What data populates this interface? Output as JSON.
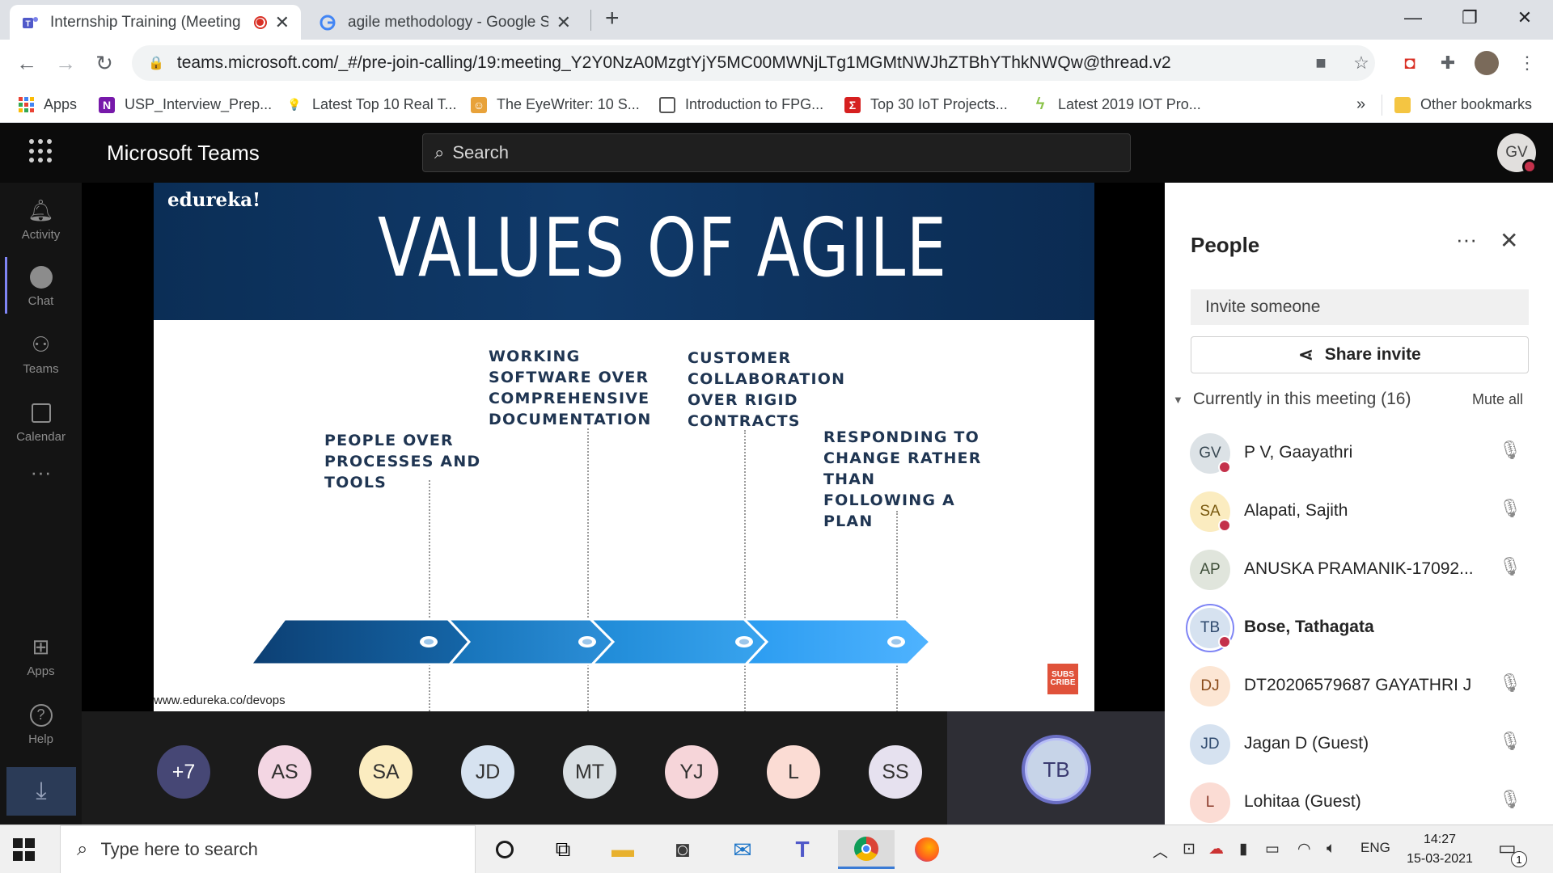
{
  "browser": {
    "tabs": [
      {
        "title": "Internship Training (Meeting",
        "active": true
      },
      {
        "title": "agile methodology - Google Sea",
        "active": false
      }
    ],
    "new_tab": "+",
    "window": {
      "minimize": "—",
      "restore": "❐",
      "close": "✕"
    },
    "url": "teams.microsoft.com/_#/pre-join-calling/19:meeting_Y2Y0NzA0MzgtYjY5MC00MWNjLTg1MGMtNWJhZTBhYThkNWQw@thread.v2",
    "bookmarks": [
      {
        "label": "Apps"
      },
      {
        "label": "USP_Interview_Prep..."
      },
      {
        "label": "Latest Top 10 Real T..."
      },
      {
        "label": "The EyeWriter: 10 S..."
      },
      {
        "label": "Introduction to FPG..."
      },
      {
        "label": "Top 30 IoT Projects..."
      },
      {
        "label": "Latest 2019 IOT Pro..."
      }
    ],
    "bookmarks_overflow": "»",
    "other_bookmarks": "Other bookmarks"
  },
  "teams": {
    "title": "Microsoft Teams",
    "search_placeholder": "Search",
    "me_initials": "GV",
    "rail": [
      {
        "label": "Activity",
        "icon": "bell-icon"
      },
      {
        "label": "Chat",
        "icon": "chat-icon"
      },
      {
        "label": "Teams",
        "icon": "teams-icon"
      },
      {
        "label": "Calendar",
        "icon": "calendar-icon"
      },
      {
        "label": "",
        "icon": "more-icon"
      },
      {
        "label": "Apps",
        "icon": "apps-icon"
      },
      {
        "label": "Help",
        "icon": "help-icon"
      }
    ]
  },
  "slide": {
    "logo": "edureka!",
    "title": "VALUES OF AGILE",
    "values": [
      "PEOPLE OVER\nPROCESSES AND\nTOOLS",
      "WORKING\nSOFTWARE OVER\nCOMPREHENSIVE\nDOCUMENTATION",
      "CUSTOMER\nCOLLABORATION\nOVER RIGID\nCONTRACTS",
      "RESPONDING TO\nCHANGE RATHER\nTHAN\nFOLLOWING A\nPLAN"
    ],
    "footer": "www.edureka.co/devops",
    "badge": "SUBS CRIBE"
  },
  "strip": {
    "overflow": "+7",
    "participants": [
      {
        "initials": "AS",
        "color": "#f3d6e3"
      },
      {
        "initials": "SA",
        "color": "#fbecc0"
      },
      {
        "initials": "JD",
        "color": "#d6e2f0"
      },
      {
        "initials": "MT",
        "color": "#d9dfe3"
      },
      {
        "initials": "YJ",
        "color": "#f6d5d9"
      },
      {
        "initials": "L",
        "color": "#fbdcd4"
      },
      {
        "initials": "SS",
        "color": "#e6e1ef"
      }
    ],
    "self": "TB"
  },
  "people": {
    "title": "People",
    "invite_placeholder": "Invite someone",
    "share_invite": "Share invite",
    "in_meeting": "Currently in this meeting (16)",
    "mute_all": "Mute all",
    "members": [
      {
        "initials": "GV",
        "name": "P V, Gaayathri",
        "bg": "#dce2e6",
        "fg": "#3b4a54"
      },
      {
        "initials": "SA",
        "name": "Alapati, Sajith",
        "bg": "#fbecc0",
        "fg": "#7a5a10"
      },
      {
        "initials": "AP",
        "name": "ANUSKA PRAMANIK-17092...",
        "bg": "#e0e5dc",
        "fg": "#3f4f3a"
      },
      {
        "initials": "TB",
        "name": "Bose, Tathagata",
        "bg": "#d6e2f0",
        "fg": "#2f4a6e"
      },
      {
        "initials": "DJ",
        "name": "DT20206579687 GAYATHRI J",
        "bg": "#fce6d4",
        "fg": "#8a4b1a"
      },
      {
        "initials": "JD",
        "name": "Jagan D (Guest)",
        "bg": "#d6e2f0",
        "fg": "#2f4a6e"
      },
      {
        "initials": "L",
        "name": "Lohitaa (Guest)",
        "bg": "#fbdcd4",
        "fg": "#8a3a2a"
      }
    ]
  },
  "taskbar": {
    "search_placeholder": "Type here to search",
    "lang": "ENG",
    "time": "14:27",
    "date": "15-03-2021",
    "notifications": "1"
  }
}
